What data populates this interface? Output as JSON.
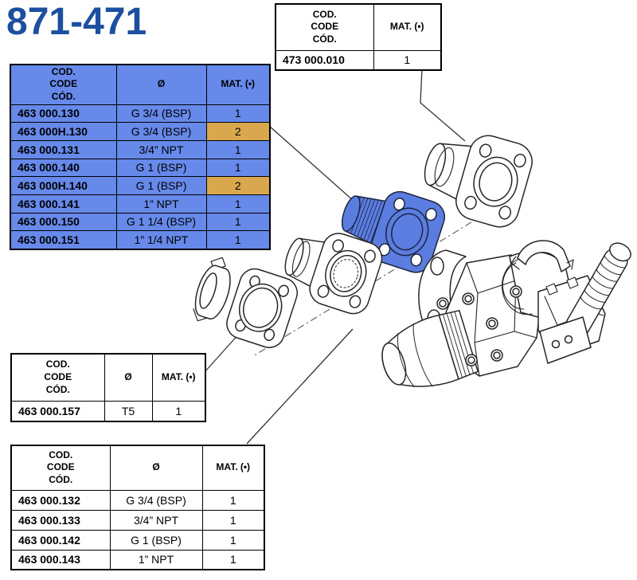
{
  "page": {
    "title": "871-471"
  },
  "colors": {
    "title_blue": "#1c4f9f",
    "table_blue": "#6689ea",
    "highlight_orange": "#d9a84e",
    "part_blue": "#5b7de0",
    "line_black": "#262626"
  },
  "column_headers": {
    "code": "COD.\nCODE\nCÓD.",
    "diameter": "Ø",
    "material": "MAT. (•)"
  },
  "table_473": {
    "rows": [
      {
        "code": "473 000.010",
        "mat": "1"
      }
    ]
  },
  "table_463_main": {
    "rows": [
      {
        "code": "463 000.130",
        "dia": "G 3/4 (BSP)",
        "mat": "1"
      },
      {
        "code": "463 000H.130",
        "dia": "G 3/4 (BSP)",
        "mat": "2"
      },
      {
        "code": "463 000.131",
        "dia": "3/4” NPT",
        "mat": "1"
      },
      {
        "code": "463 000.140",
        "dia": "G 1 (BSP)",
        "mat": "1"
      },
      {
        "code": "463 000H.140",
        "dia": "G 1 (BSP)",
        "mat": "2"
      },
      {
        "code": "463 000.141",
        "dia": "1” NPT",
        "mat": "1"
      },
      {
        "code": "463 000.150",
        "dia": "G 1 1/4 (BSP)",
        "mat": "1"
      },
      {
        "code": "463 000.151",
        "dia": "1” 1/4 NPT",
        "mat": "1"
      }
    ]
  },
  "table_463_157": {
    "rows": [
      {
        "code": "463 000.157",
        "dia": "T5",
        "mat": "1"
      }
    ]
  },
  "table_463_bottom": {
    "rows": [
      {
        "code": "463 000.132",
        "dia": "G 3/4 (BSP)",
        "mat": "1"
      },
      {
        "code": "463 000.133",
        "dia": "3/4” NPT",
        "mat": "1"
      },
      {
        "code": "463 000.142",
        "dia": "G 1 (BSP)",
        "mat": "1"
      },
      {
        "code": "463 000.143",
        "dia": "1” NPT",
        "mat": "1"
      }
    ]
  }
}
